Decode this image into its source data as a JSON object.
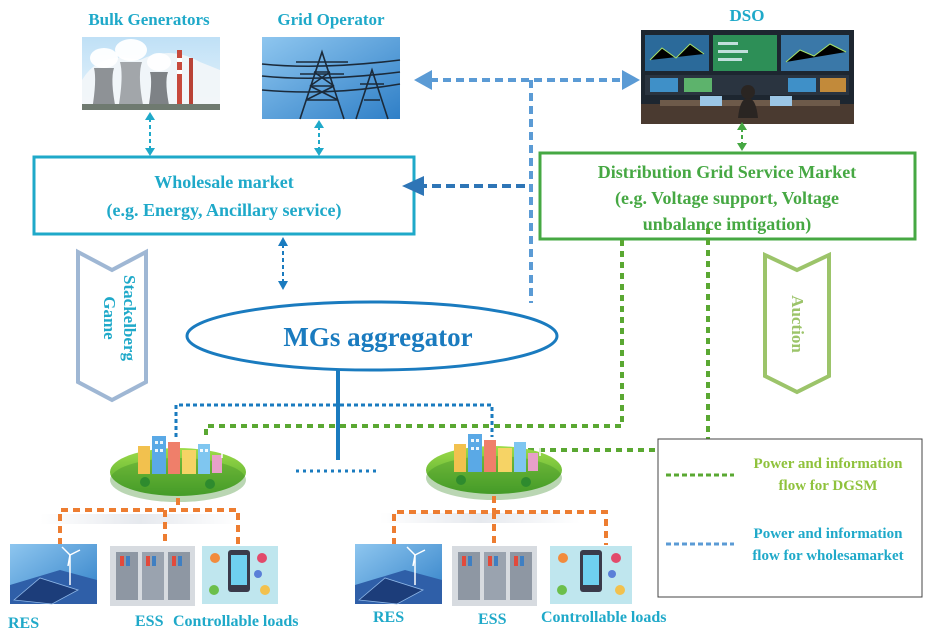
{
  "entities": {
    "bulk_generators": "Bulk Generators",
    "grid_operator": "Grid Operator",
    "dso": "DSO"
  },
  "wholesale_market": {
    "line1": "Wholesale market",
    "line2": "(e.g. Energy, Ancillary service)"
  },
  "dgsm": {
    "line1": "Distribution Grid Service Market",
    "line2": "(e.g. Voltage support, Voltage",
    "line3": "unbalance imtigation)"
  },
  "aggregator": "MGs aggregator",
  "stackelberg": {
    "line1": "Stackelberg",
    "line2": "Game"
  },
  "auction": "Auction",
  "microgrids": [
    {
      "res": "RES",
      "ess": "ESS",
      "loads": "Controllable loads"
    },
    {
      "res": "RES",
      "ess": "ESS",
      "loads": "Controllable loads"
    }
  ],
  "legend": {
    "dgsm_line1": "Power and information",
    "dgsm_line2": "flow for DGSM",
    "wholesale_line1": "Power and information",
    "wholesale_line2": "flow for wholesamarket"
  },
  "colors": {
    "wholesale": "#1fa9c9",
    "dgsm": "#46a843",
    "wholesale_flow": "#5b9bd5",
    "dgsm_flow": "#5aa832",
    "aggregator": "#1a7bbf",
    "stackelberg_arrow": "#9fb7d4",
    "auction_arrow": "#9cc46a",
    "local_flow": "#ed7d31",
    "dso_arrow": "#2e75b6"
  }
}
